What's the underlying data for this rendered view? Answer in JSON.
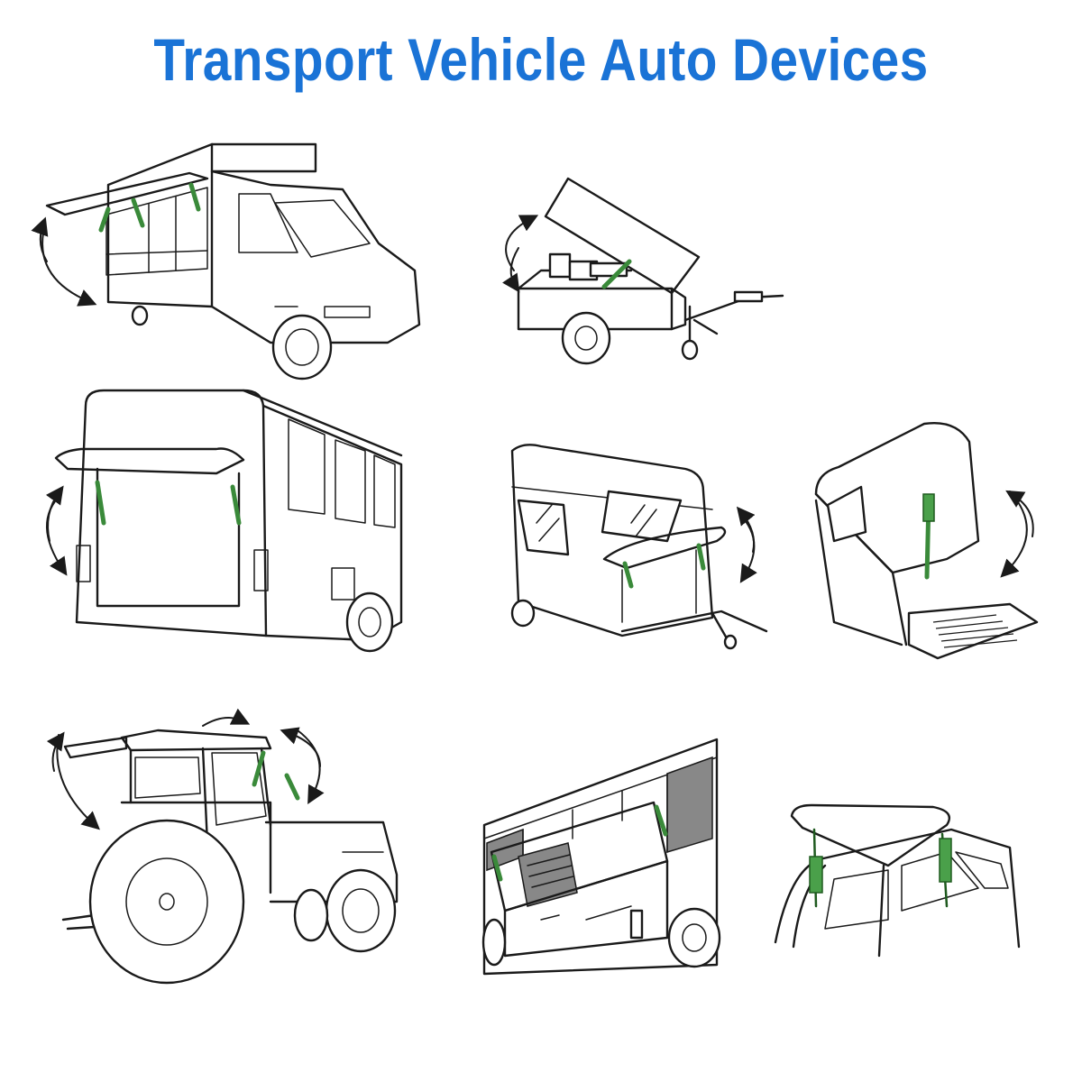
{
  "header": {
    "title": "Transport Vehicle Auto Devices",
    "title_color": "#1a73d6"
  },
  "colors": {
    "line": "#1a1a1a",
    "gas_spring": "#3a8a3a",
    "background": "#ffffff"
  },
  "illustrations": [
    {
      "id": "food-truck",
      "gas_springs": 3
    },
    {
      "id": "utility-trailer",
      "gas_springs": 1
    },
    {
      "id": "city-bus-rear",
      "gas_springs": 2
    },
    {
      "id": "caravan-trailer",
      "gas_springs": 2
    },
    {
      "id": "van-side-door",
      "gas_springs": 1
    },
    {
      "id": "tractor-cab",
      "gas_springs": 2
    },
    {
      "id": "coach-luggage-bay",
      "gas_springs": 2
    },
    {
      "id": "car-tailgate",
      "gas_springs": 2
    }
  ]
}
